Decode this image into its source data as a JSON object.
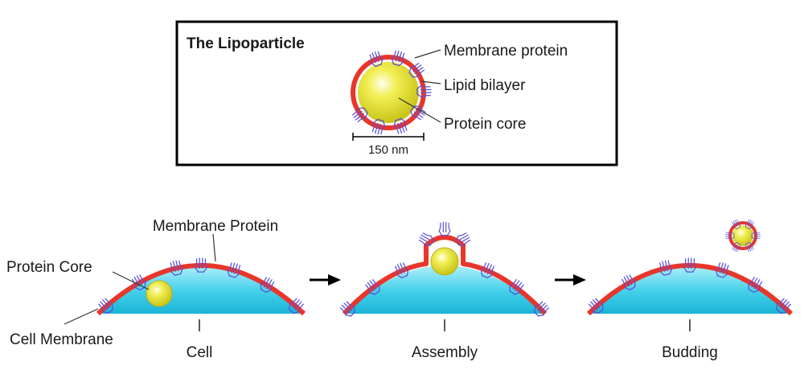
{
  "inset": {
    "title": "The Lipoparticle",
    "labels": {
      "membrane_protein": "Membrane protein",
      "lipid_bilayer": "Lipid bilayer",
      "protein_core": "Protein core"
    },
    "scale_bar": "150 nm"
  },
  "process": {
    "labels": {
      "membrane_protein": "Membrane Protein",
      "protein_core": "Protein Core",
      "cell_membrane": "Cell Membrane"
    },
    "stages": [
      {
        "label": "Cell"
      },
      {
        "label": "Assembly"
      },
      {
        "label": "Budding"
      }
    ]
  },
  "colors": {
    "membrane": "#e8362b",
    "cell_fill": "#39c8e6",
    "core_fill": "#e6e22a",
    "protein": "#5a4fd8",
    "arrow": "#000000"
  }
}
